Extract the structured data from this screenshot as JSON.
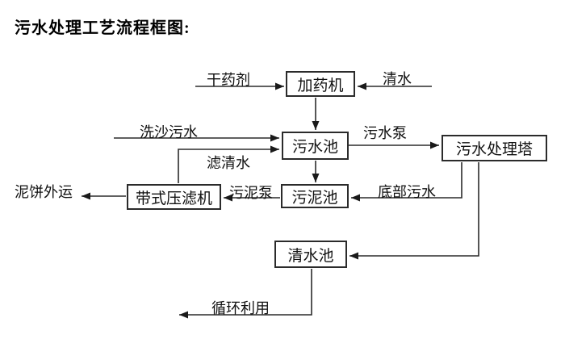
{
  "title": "污水处理工艺流程框图:",
  "colors": {
    "ink": "#1a1a1a",
    "line": "#2b2b2b",
    "background": "#ffffff"
  },
  "nodes": {
    "dosing_machine": "加药机",
    "sewage_pool": "污水池",
    "treatment_tower": "污水处理塔",
    "belt_filter_press": "带式压滤机",
    "sludge_pool": "污泥池",
    "clean_water_pool": "清水池"
  },
  "flow_labels": {
    "dry_agent": "干药剂",
    "clean_water": "清水",
    "sand_wash_sewage": "洗沙污水",
    "filtered_water": "滤清水",
    "sewage_pump": "污水泵",
    "sludge_pump": "污泥泵",
    "bottom_sewage": "底部污水",
    "mud_cake_out": "泥饼外运",
    "recycle": "循环利用"
  }
}
